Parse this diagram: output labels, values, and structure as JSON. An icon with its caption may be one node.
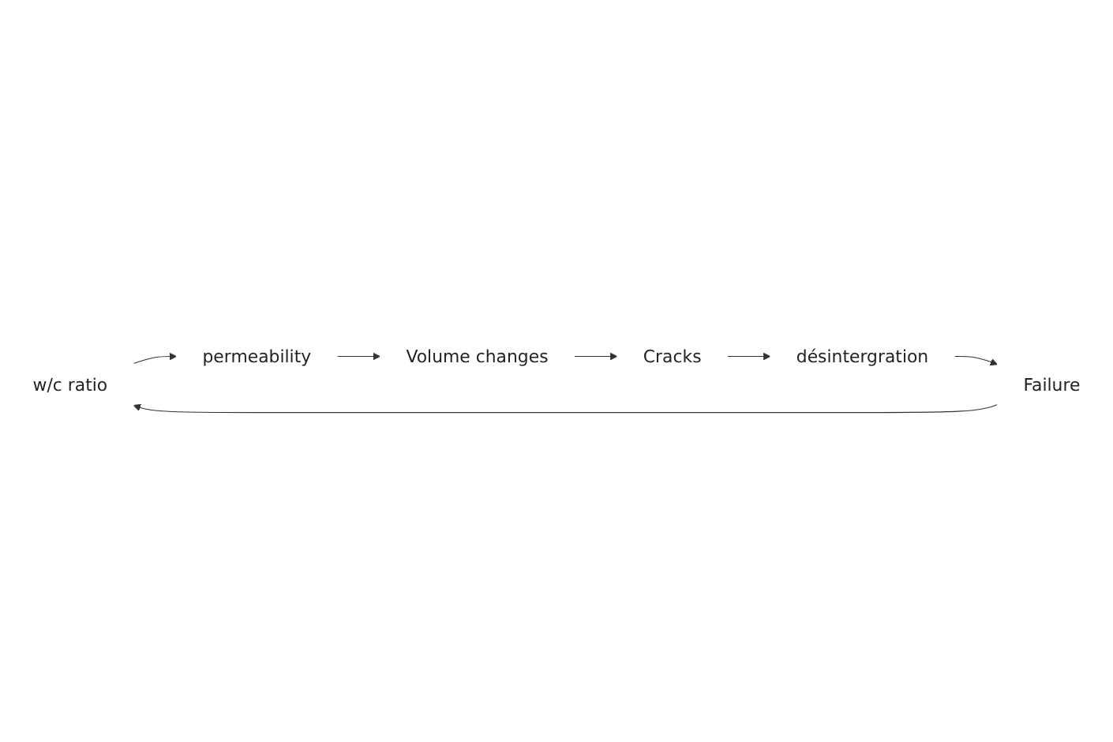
{
  "diagram": {
    "nodes": [
      {
        "text": [
          "w/c ratio"
        ]
      },
      {
        "text": [
          "permeability"
        ]
      },
      {
        "text": [
          "Volume changes"
        ]
      },
      {
        "text": [
          "Cracks"
        ]
      },
      {
        "text": [
          "désintergration"
        ]
      },
      {
        "text": [
          "Failure"
        ]
      }
    ],
    "edges": [
      {
        "from": 0,
        "to": 1,
        "arrow": "to"
      },
      {
        "from": 1,
        "to": 2,
        "arrow": "to"
      },
      {
        "from": 2,
        "to": 3,
        "arrow": "to"
      },
      {
        "from": 3,
        "to": 4,
        "arrow": "to"
      },
      {
        "from": 4,
        "to": 5,
        "arrow": "to"
      },
      {
        "from": 5,
        "to": 0,
        "arrow": "to"
      }
    ]
  }
}
